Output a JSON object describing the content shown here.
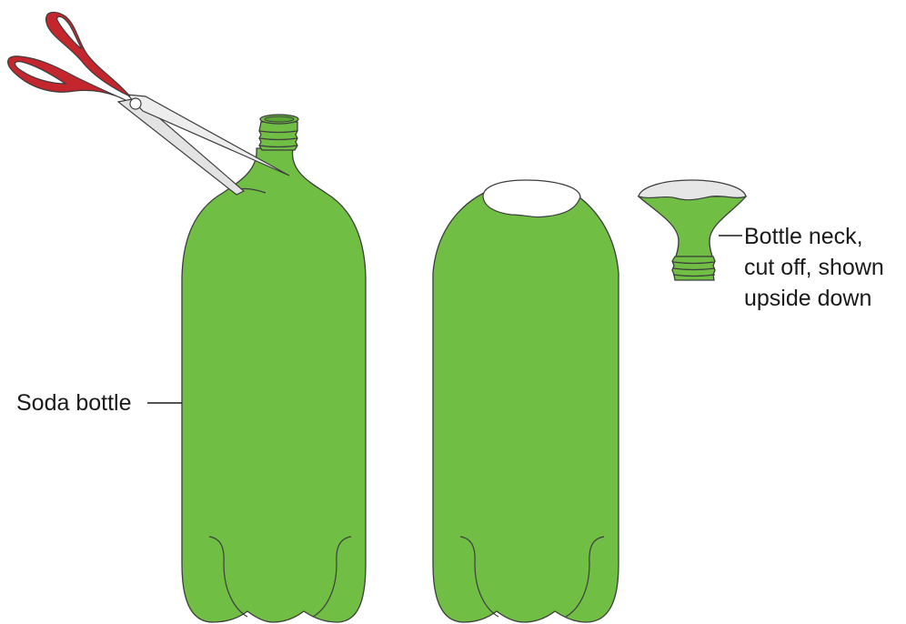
{
  "labels": {
    "soda_bottle": "Soda bottle",
    "neck_line1": "Bottle neck,",
    "neck_line2": "cut off, shown",
    "neck_line3": "upside down"
  },
  "colors": {
    "bottle_green": "#70bf44",
    "cut_opening": "#ffffff",
    "neck_inside": "#e6e6e6",
    "scissor_handle": "#c4262e",
    "scissor_blade": "#e3e3e3",
    "outline": "#3d3d3d"
  },
  "icons": [
    "scissors-icon"
  ]
}
